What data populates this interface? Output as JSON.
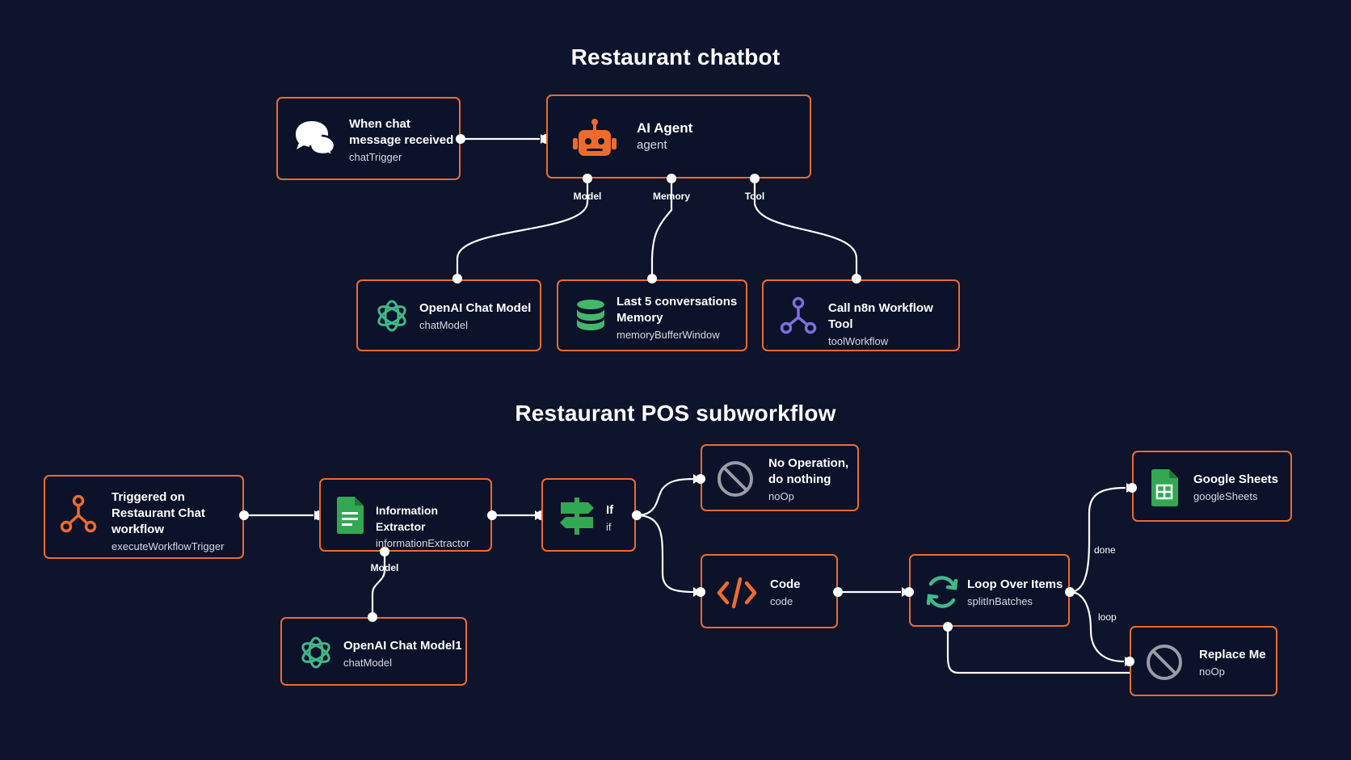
{
  "colors": {
    "background": "#0d142c",
    "node_border": "#f06a2e",
    "edge": "#ffffff",
    "openai_icon": "#3fb98a",
    "memory_icon": "#43b86a",
    "workflow_tool_icon": "#7b6fe0",
    "trigger_icon": "#f06a2e",
    "sheets_icon": "#32a853",
    "noop_icon": "#9a9ca6"
  },
  "sections": {
    "chatbot_title": "Restaurant chatbot",
    "pos_title": "Restaurant POS subworkflow"
  },
  "nodes": {
    "chat_trigger": {
      "name": "When chat\nmessage received",
      "type": "chatTrigger",
      "icon": "chat-bubbles-icon"
    },
    "ai_agent": {
      "name": "AI Agent",
      "type": "agent",
      "icon": "robot-icon"
    },
    "openai_chat_model": {
      "name": "OpenAI Chat Model",
      "type": "chatModel",
      "icon": "openai-icon"
    },
    "memory": {
      "name": "Last 5 conversations\nMemory",
      "type": "memoryBufferWindow",
      "icon": "database-icon"
    },
    "workflow_tool": {
      "name": "Call n8n Workflow Tool",
      "type": "toolWorkflow",
      "icon": "workflow-icon"
    },
    "workflow_trigger": {
      "name": "Triggered on\nRestaurant Chat\nworkflow",
      "type": "executeWorkflowTrigger",
      "icon": "trigger-icon"
    },
    "info_extractor": {
      "name": "Information Extractor",
      "type": "informationExtractor",
      "icon": "document-icon"
    },
    "if_node": {
      "name": "If",
      "type": "if",
      "icon": "signpost-icon"
    },
    "noop": {
      "name": "No Operation,\ndo nothing",
      "type": "noOp",
      "icon": "no-entry-icon"
    },
    "code": {
      "name": "Code",
      "type": "code",
      "icon": "code-icon"
    },
    "loop": {
      "name": "Loop Over Items",
      "type": "splitInBatches",
      "icon": "loop-icon"
    },
    "sheets": {
      "name": "Google Sheets",
      "type": "googleSheets",
      "icon": "sheets-icon"
    },
    "replace_me": {
      "name": "Replace Me",
      "type": "noOp",
      "icon": "no-entry-icon"
    },
    "openai_chat_model1": {
      "name": "OpenAI Chat Model1",
      "type": "chatModel",
      "icon": "openai-icon"
    }
  },
  "ports": {
    "agent_model": "Model",
    "agent_memory": "Memory",
    "agent_tool": "Tool",
    "extractor_model": "Model"
  },
  "edge_labels": {
    "done": "done",
    "loop": "loop"
  }
}
